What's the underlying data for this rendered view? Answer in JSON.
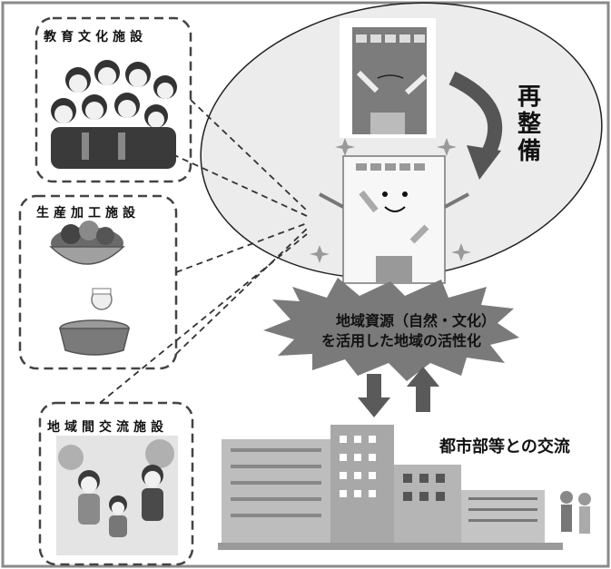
{
  "facilities": {
    "education": "教育文化施設",
    "production": "生産加工施設",
    "interregional": "地域間交流施設"
  },
  "redevelopment": "再整備",
  "cloud": {
    "line1": "地域資源（自然・文化）",
    "line2": "を活用した地域の活性化"
  },
  "city": "都市部等との交流",
  "colors": {
    "border": "#8a8a8a",
    "dashed": "#444444",
    "cloud": "#7a7a7a",
    "arrow": "#5a5a5a",
    "building": "#bdbdbd"
  }
}
